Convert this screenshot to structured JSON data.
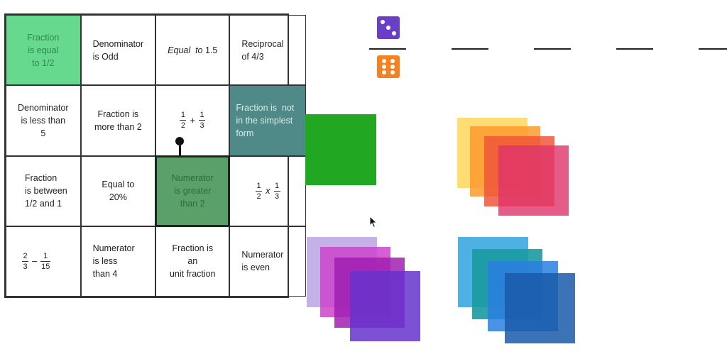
{
  "board": {
    "cells": [
      {
        "text": "Fraction is equal to 1/2"
      },
      {
        "text": "Denominator is Odd"
      },
      {
        "text": "Equal to 1.5",
        "italic_part": "Equal  to"
      },
      {
        "text": "Reciprocal of 4/3"
      },
      {
        "text": "Denominator is less than 5"
      },
      {
        "text": "Fraction is more than 2"
      },
      {
        "math": "1/2 + 1/3"
      },
      {
        "text": "Fraction is  not in the simplest form"
      },
      {
        "text": "Fraction is between 1/2 and 1"
      },
      {
        "text": "Equal to 20%"
      },
      {
        "text": "Numerator is greater than 2"
      },
      {
        "math": "1/2 x 1/3"
      },
      {
        "math": "2/3 – 1/15"
      },
      {
        "text": "Numerator is less than 4"
      },
      {
        "text": "Fraction is an unit fraction"
      },
      {
        "text": "Numerator is even"
      }
    ],
    "lines": {
      "c0": [
        "Fraction",
        "is equal",
        "to 1/2"
      ],
      "c1": [
        "Denominator",
        "is Odd"
      ],
      "c2_italic": "Equal  to",
      "c2_value": "1.5",
      "c3": [
        "Reciprocal",
        "of 4/3"
      ],
      "c4": [
        "Denominator",
        "is less than 5"
      ],
      "c5": [
        "Fraction is",
        "more than 2"
      ],
      "c7": [
        "Fraction is  not",
        "in the simplest",
        "form"
      ],
      "c8": [
        "Fraction",
        "is between",
        "1/2 and 1"
      ],
      "c9": [
        "Equal to 20%"
      ],
      "c10": [
        "Numerator",
        "is greater",
        "than 2"
      ],
      "c13": [
        "Numerator",
        "is less",
        "than 4"
      ],
      "c14": [
        "Fraction is an",
        "unit fraction"
      ],
      "c15": [
        "Numerator",
        "is even"
      ]
    },
    "math": {
      "m6": {
        "a_num": "1",
        "a_den": "2",
        "op": "+",
        "b_num": "1",
        "b_den": "3"
      },
      "m11": {
        "a_num": "1",
        "a_den": "2",
        "op": "x",
        "b_num": "1",
        "b_den": "3"
      },
      "m12": {
        "a_num": "2",
        "a_den": "3",
        "op": "–",
        "b_num": "1",
        "b_den": "15"
      }
    }
  },
  "dice": {
    "top": {
      "value": 3,
      "color": "#6a3fc8"
    },
    "bottom": {
      "value": 6,
      "color": "#f58220"
    }
  },
  "colors": {
    "green_cell": "#66d98f",
    "teal_cell": "#4f8a88",
    "dark_cell": "#5aa06a",
    "green_piece": "#22a722"
  },
  "piece_stacks": {
    "yellow_red": [
      "#ffd966",
      "#ff9a2e",
      "#f0573a",
      "#e0336b"
    ],
    "purple": [
      "#b9a3e3",
      "#cc44cc",
      "#a020b0",
      "#6633cc"
    ],
    "blue": [
      "#3aa8e0",
      "#1a9aa0",
      "#2a7fe0",
      "#1a5aaa"
    ]
  }
}
